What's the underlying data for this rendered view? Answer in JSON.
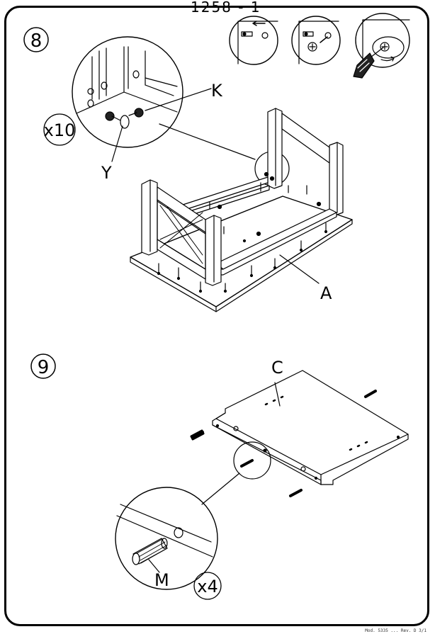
{
  "header": {
    "fragment": "1258 - 1"
  },
  "footer": {
    "code": "Mod. 5335 ... Rev. D 3/1"
  },
  "step8": {
    "number": "8",
    "quantity": "x10",
    "part_labels": {
      "k": "K",
      "y": "Y",
      "a": "A"
    }
  },
  "step9": {
    "number": "9",
    "quantity": "x4",
    "part_labels": {
      "c": "C",
      "m": "M"
    }
  },
  "icons": [
    "step-number-icon",
    "screwdriver-icon",
    "arrow-icon",
    "screw-icon",
    "dowel-icon",
    "cam-lock-icon"
  ]
}
